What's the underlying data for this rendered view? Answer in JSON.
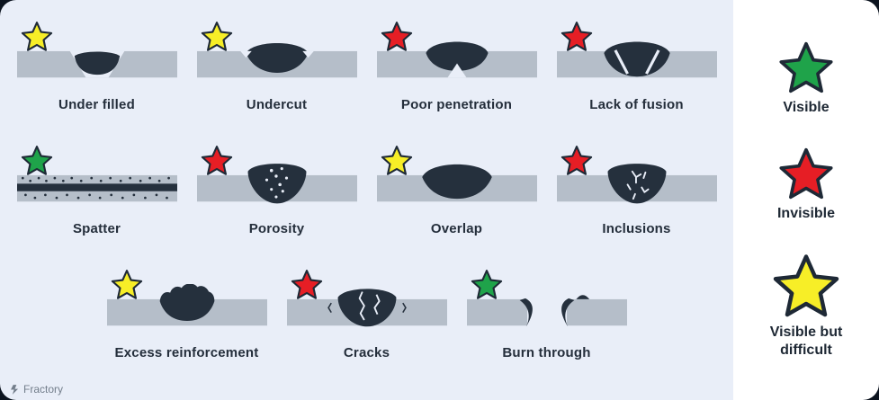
{
  "colors": {
    "background_outer": "#0c141f",
    "panel_background": "#e9eef8",
    "legend_background": "#ffffff",
    "plate": "#b5bec9",
    "weld": "#25303d",
    "star_outline": "#1e2936",
    "star_yellow": "#f7ee27",
    "star_red": "#e61e25",
    "star_green": "#1fa34a"
  },
  "defects": [
    {
      "label": "Under filled",
      "star_color": "#f7ee27",
      "visibility": "Visible but difficult"
    },
    {
      "label": "Undercut",
      "star_color": "#f7ee27",
      "visibility": "Visible but difficult"
    },
    {
      "label": "Poor penetration",
      "star_color": "#e61e25",
      "visibility": "Invisible"
    },
    {
      "label": "Lack of fusion",
      "star_color": "#e61e25",
      "visibility": "Invisible"
    },
    {
      "label": "Spatter",
      "star_color": "#1fa34a",
      "visibility": "Visible"
    },
    {
      "label": "Porosity",
      "star_color": "#e61e25",
      "visibility": "Invisible"
    },
    {
      "label": "Overlap",
      "star_color": "#f7ee27",
      "visibility": "Visible but difficult"
    },
    {
      "label": "Inclusions",
      "star_color": "#e61e25",
      "visibility": "Invisible"
    },
    {
      "label": "Excess reinforcement",
      "star_color": "#f7ee27",
      "visibility": "Visible but difficult"
    },
    {
      "label": "Cracks",
      "star_color": "#e61e25",
      "visibility": "Invisible"
    },
    {
      "label": "Burn through",
      "star_color": "#1fa34a",
      "visibility": "Visible"
    }
  ],
  "legend": {
    "items": [
      {
        "label": "Visible",
        "star_color": "#1fa34a"
      },
      {
        "label": "Invisible",
        "star_color": "#e61e25"
      },
      {
        "label": "Visible but difficult",
        "star_color": "#f7ee27"
      }
    ]
  },
  "watermark": "Fractory"
}
